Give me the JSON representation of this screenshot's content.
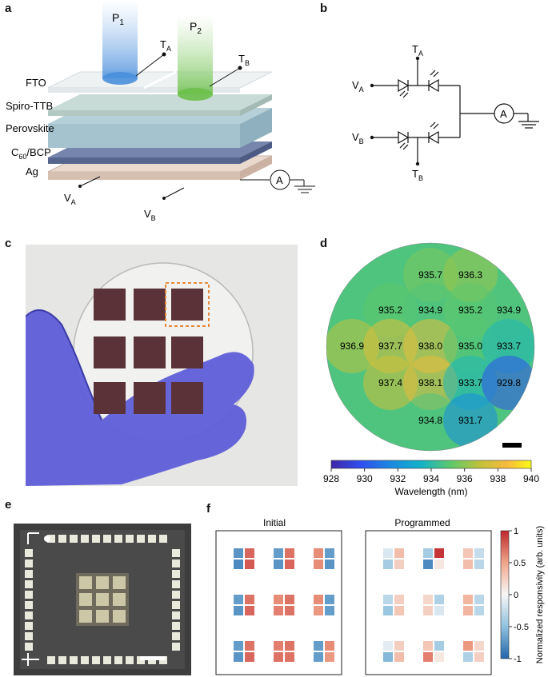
{
  "figure": {
    "panel_labels": [
      "a",
      "b",
      "c",
      "d",
      "e",
      "f"
    ]
  },
  "panel_a": {
    "beam1": {
      "label": "P",
      "sub": "1",
      "color": "#4a8fdc"
    },
    "beam2": {
      "label": "P",
      "sub": "2",
      "color": "#6cc04a"
    },
    "terminal_a": {
      "label": "T",
      "sub": "A"
    },
    "terminal_b": {
      "label": "T",
      "sub": "B"
    },
    "layers": [
      {
        "label": "FTO",
        "color": "#e8eef0"
      },
      {
        "label": "Spiro-TTB",
        "color": "#b9cfc9"
      },
      {
        "label": "Perovskite",
        "color": "#9ebdca"
      },
      {
        "label": "C",
        "sub": "60",
        "suffix": "/BCP",
        "color": "#5e6f96"
      },
      {
        "label": "Ag",
        "color": "#d9c3b5"
      }
    ],
    "va": {
      "label": "V",
      "sub": "A"
    },
    "vb": {
      "label": "V",
      "sub": "B"
    },
    "ammeter": "A"
  },
  "panel_b": {
    "ta": {
      "label": "T",
      "sub": "A"
    },
    "tb": {
      "label": "T",
      "sub": "B"
    },
    "va": {
      "label": "V",
      "sub": "A"
    },
    "vb": {
      "label": "V",
      "sub": "B"
    },
    "ammeter": "A"
  },
  "panel_d": {
    "colorbar_ticks": [
      "928",
      "930",
      "932",
      "934",
      "936",
      "938",
      "940"
    ],
    "colorbar_label": "Wavelength (nm)",
    "vmin": 928,
    "vmax": 940,
    "points": [
      {
        "v": "935.7",
        "val": 935.7,
        "col": 2,
        "row": 0
      },
      {
        "v": "936.3",
        "val": 936.3,
        "col": 3,
        "row": 0
      },
      {
        "v": "935.2",
        "val": 935.2,
        "col": 1,
        "row": 1
      },
      {
        "v": "934.9",
        "val": 934.9,
        "col": 2,
        "row": 1
      },
      {
        "v": "935.2",
        "val": 935.2,
        "col": 3,
        "row": 1
      },
      {
        "v": "934.9",
        "val": 934.9,
        "col": 4,
        "row": 1
      },
      {
        "v": "936.9",
        "val": 936.9,
        "col": 0,
        "row": 2
      },
      {
        "v": "937.7",
        "val": 937.7,
        "col": 1,
        "row": 2
      },
      {
        "v": "938.0",
        "val": 938.0,
        "col": 2,
        "row": 2
      },
      {
        "v": "935.0",
        "val": 935.0,
        "col": 3,
        "row": 2
      },
      {
        "v": "933.7",
        "val": 933.7,
        "col": 4,
        "row": 2
      },
      {
        "v": "937.4",
        "val": 937.4,
        "col": 1,
        "row": 3
      },
      {
        "v": "938.1",
        "val": 938.1,
        "col": 2,
        "row": 3
      },
      {
        "v": "933.7",
        "val": 933.7,
        "col": 3,
        "row": 3
      },
      {
        "v": "929.8",
        "val": 929.8,
        "col": 4,
        "row": 3
      },
      {
        "v": "934.8",
        "val": 934.8,
        "col": 2,
        "row": 4
      },
      {
        "v": "931.7",
        "val": 931.7,
        "col": 3,
        "row": 4
      }
    ]
  },
  "panel_f": {
    "title_initial": "Initial",
    "title_programmed": "Programmed",
    "colorbar_ticks": [
      "1",
      "0.5",
      "0",
      "-0.5",
      "-1"
    ],
    "colorbar_label": "Normalized responsivity (arb. units)",
    "initial": [
      [
        -0.75,
        0.75,
        -0.7,
        0.7,
        0.6,
        -0.7
      ],
      [
        -0.8,
        0.8,
        -0.75,
        0.75,
        0.6,
        -0.75
      ],
      [
        -0.7,
        0.7,
        0.6,
        0.7,
        0.6,
        -0.7
      ],
      [
        -0.75,
        0.75,
        0.65,
        0.7,
        0.55,
        -0.7
      ],
      [
        -0.7,
        0.7,
        0.65,
        0.7,
        -0.7,
        0.6
      ],
      [
        -0.75,
        0.75,
        0.7,
        0.7,
        -0.7,
        0.55
      ]
    ],
    "programmed": [
      [
        -0.15,
        0.35,
        -0.4,
        0.95,
        0.3,
        -0.25
      ],
      [
        -0.4,
        0.25,
        -0.8,
        0.1,
        0.35,
        -0.3
      ],
      [
        -0.3,
        0.25,
        0.2,
        -0.35,
        0.4,
        -0.3
      ],
      [
        -0.45,
        0.3,
        0.25,
        -0.15,
        0.4,
        -0.3
      ],
      [
        -0.1,
        0.25,
        0.3,
        -0.4,
        0.55,
        0.2
      ],
      [
        -0.55,
        0.35,
        0.65,
        0.1,
        -0.35,
        0.25
      ]
    ]
  }
}
